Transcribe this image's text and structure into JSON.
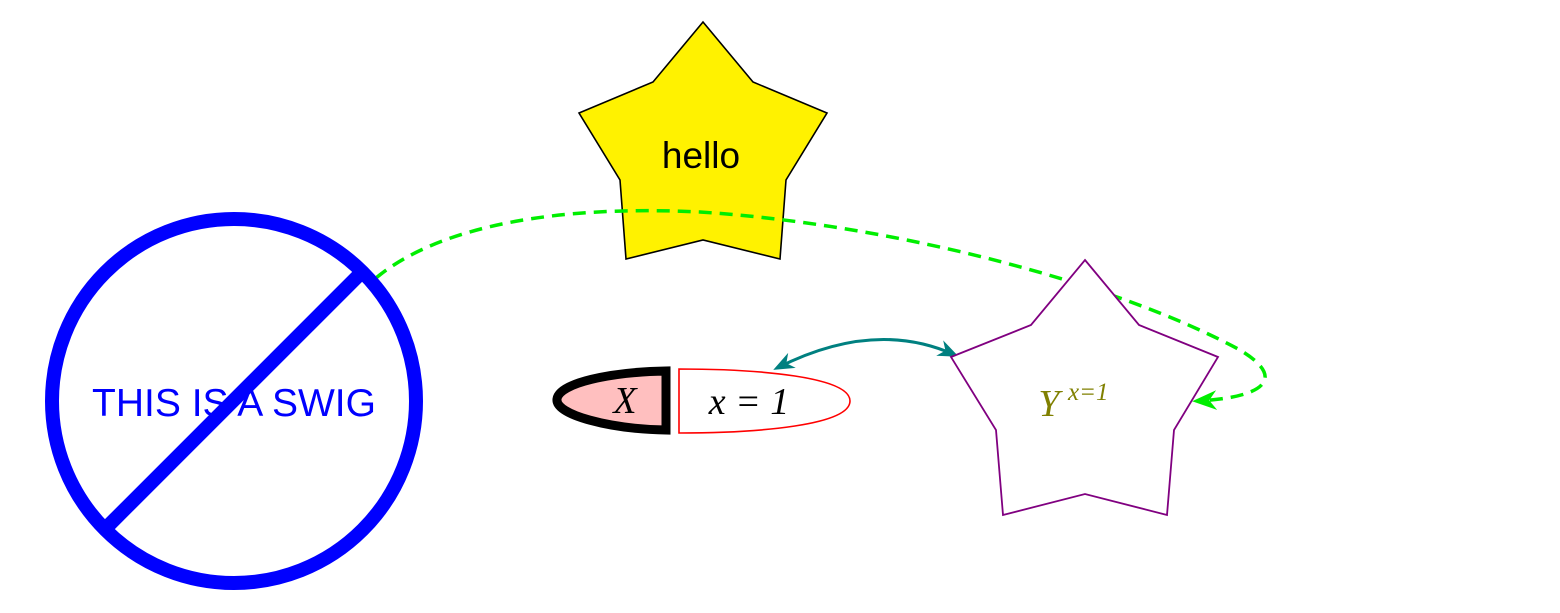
{
  "swig": {
    "label": "THIS IS A SWIG",
    "color": "#0000ff"
  },
  "star_hello": {
    "label": "hello",
    "fill": "#fff200",
    "stroke": "#000000"
  },
  "split_node": {
    "left_label": "X",
    "right_label": "x = 1",
    "left_fill": "#ffbfbf",
    "left_stroke": "#000000",
    "right_stroke": "#ff0000"
  },
  "star_y": {
    "label": "Y",
    "superscript": "x=1",
    "label_color": "#808000",
    "stroke": "#800080"
  },
  "edges": {
    "teal_color": "#008080",
    "green_color": "#00ff00"
  }
}
